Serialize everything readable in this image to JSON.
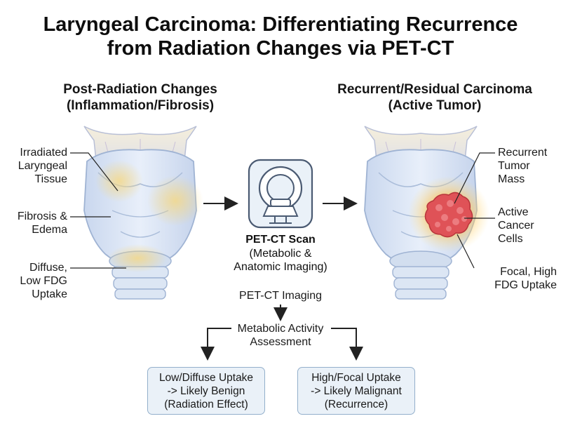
{
  "title": {
    "line1": "Laryngeal Carcinoma: Differentiating Recurrence",
    "line2": "from Radiation Changes via PET-CT"
  },
  "left_panel": {
    "heading_line1": "Post-Radiation Changes",
    "heading_line2": "(Inflammation/Fibrosis)",
    "labels": [
      [
        "Irradiated",
        "Laryngeal",
        "Tissue"
      ],
      [
        "Fibrosis &",
        "Edema"
      ],
      [
        "Diffuse,",
        "Low FDG",
        "Uptake"
      ]
    ]
  },
  "right_panel": {
    "heading_line1": "Recurrent/Residual Carcinoma",
    "heading_line2": "(Active Tumor)",
    "labels": [
      [
        "Recurrent",
        "Tumor",
        "Mass"
      ],
      [
        "Active",
        "Cancer",
        "Cells"
      ],
      [
        "Focal, High",
        "FDG Uptake"
      ]
    ]
  },
  "scanner": {
    "title": "PET-CT Scan",
    "subtitle_line1": "(Metabolic &",
    "subtitle_line2": "Anatomic Imaging)"
  },
  "flow": {
    "step1": "PET-CT Imaging",
    "step2_line1": "Metabolic Activity",
    "step2_line2": "Assessment",
    "outcome_left": [
      "Low/Diffuse Uptake",
      "-> Likely Benign",
      "(Radiation Effect)"
    ],
    "outcome_right": [
      "High/Focal Uptake",
      "-> Likely Malignant",
      "(Recurrence)"
    ]
  },
  "colors": {
    "cartilage_fill": "#dbe6f5",
    "cartilage_stroke": "#9fb3d3",
    "epiglottis": "#f3ead3",
    "diffuse_glow": "#f6d98a",
    "tumor": "#e0565a",
    "tumor_glow": "#ffb347",
    "box_fill": "#eaf1f8",
    "box_stroke": "#93afcb"
  }
}
